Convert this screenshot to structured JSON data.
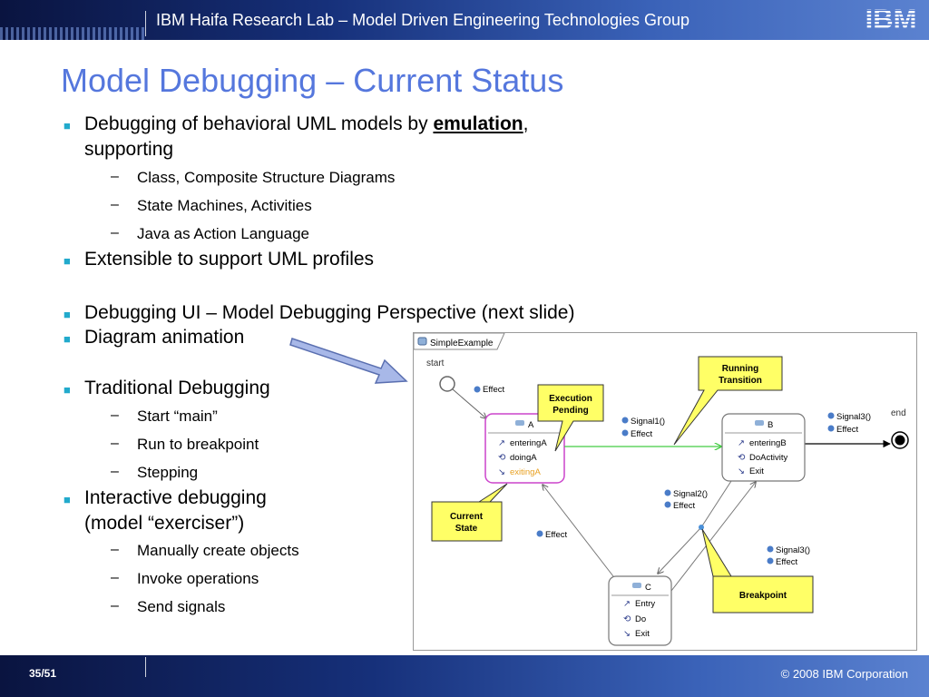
{
  "header": {
    "org": "IBM Haifa Research Lab – Model Driven Engineering Technologies Group",
    "logo": "IBM"
  },
  "slide": {
    "title": "Model Debugging – Current Status",
    "bullets": [
      {
        "pre": "Debugging of behavioral UML models by ",
        "emph": "emulation",
        "post": ",",
        "line2": "supporting"
      },
      {
        "text": "Extensible to support UML profiles"
      },
      {
        "text": "Debugging UI – Model Debugging Perspective (next slide)"
      },
      {
        "text": "Diagram animation"
      },
      {
        "text": "Traditional Debugging"
      },
      {
        "text": "Interactive debugging",
        "line2": "(model “exerciser”)"
      }
    ],
    "sub_debugging": [
      "Class, Composite Structure Diagrams",
      "State Machines, Activities",
      "Java as Action Language"
    ],
    "sub_traditional": [
      "Start “main”",
      "Run to breakpoint",
      "Stepping"
    ],
    "sub_interactive": [
      "Manually create objects",
      "Invoke operations",
      "Send signals"
    ]
  },
  "diagram": {
    "tab": "SimpleExample",
    "start": "start",
    "end": "end",
    "state_a": {
      "name": "A",
      "entry": "enteringA",
      "do": "doingA",
      "exit": "exitingA"
    },
    "state_b": {
      "name": "B",
      "entry": "enteringB",
      "do": "DoActivity",
      "exit": "Exit"
    },
    "state_c": {
      "name": "C",
      "entry": "Entry",
      "do": "Do",
      "exit": "Exit"
    },
    "effect": "Effect",
    "signal1": "Signal1()",
    "signal2": "Signal2()",
    "signal3": "Signal3()",
    "callouts": {
      "running": [
        "Running",
        "Transition"
      ],
      "pending": [
        "Execution",
        "Pending"
      ],
      "current": [
        "Current",
        "State"
      ],
      "breakpoint": "Breakpoint"
    },
    "colors": {
      "active_state": "#cc44cc",
      "running_transition": "#44cc44",
      "callout": "#ffff66",
      "exiting_text": "#e8a020"
    }
  },
  "footer": {
    "page": "35/51",
    "copyright": "© 2008 IBM Corporation"
  }
}
